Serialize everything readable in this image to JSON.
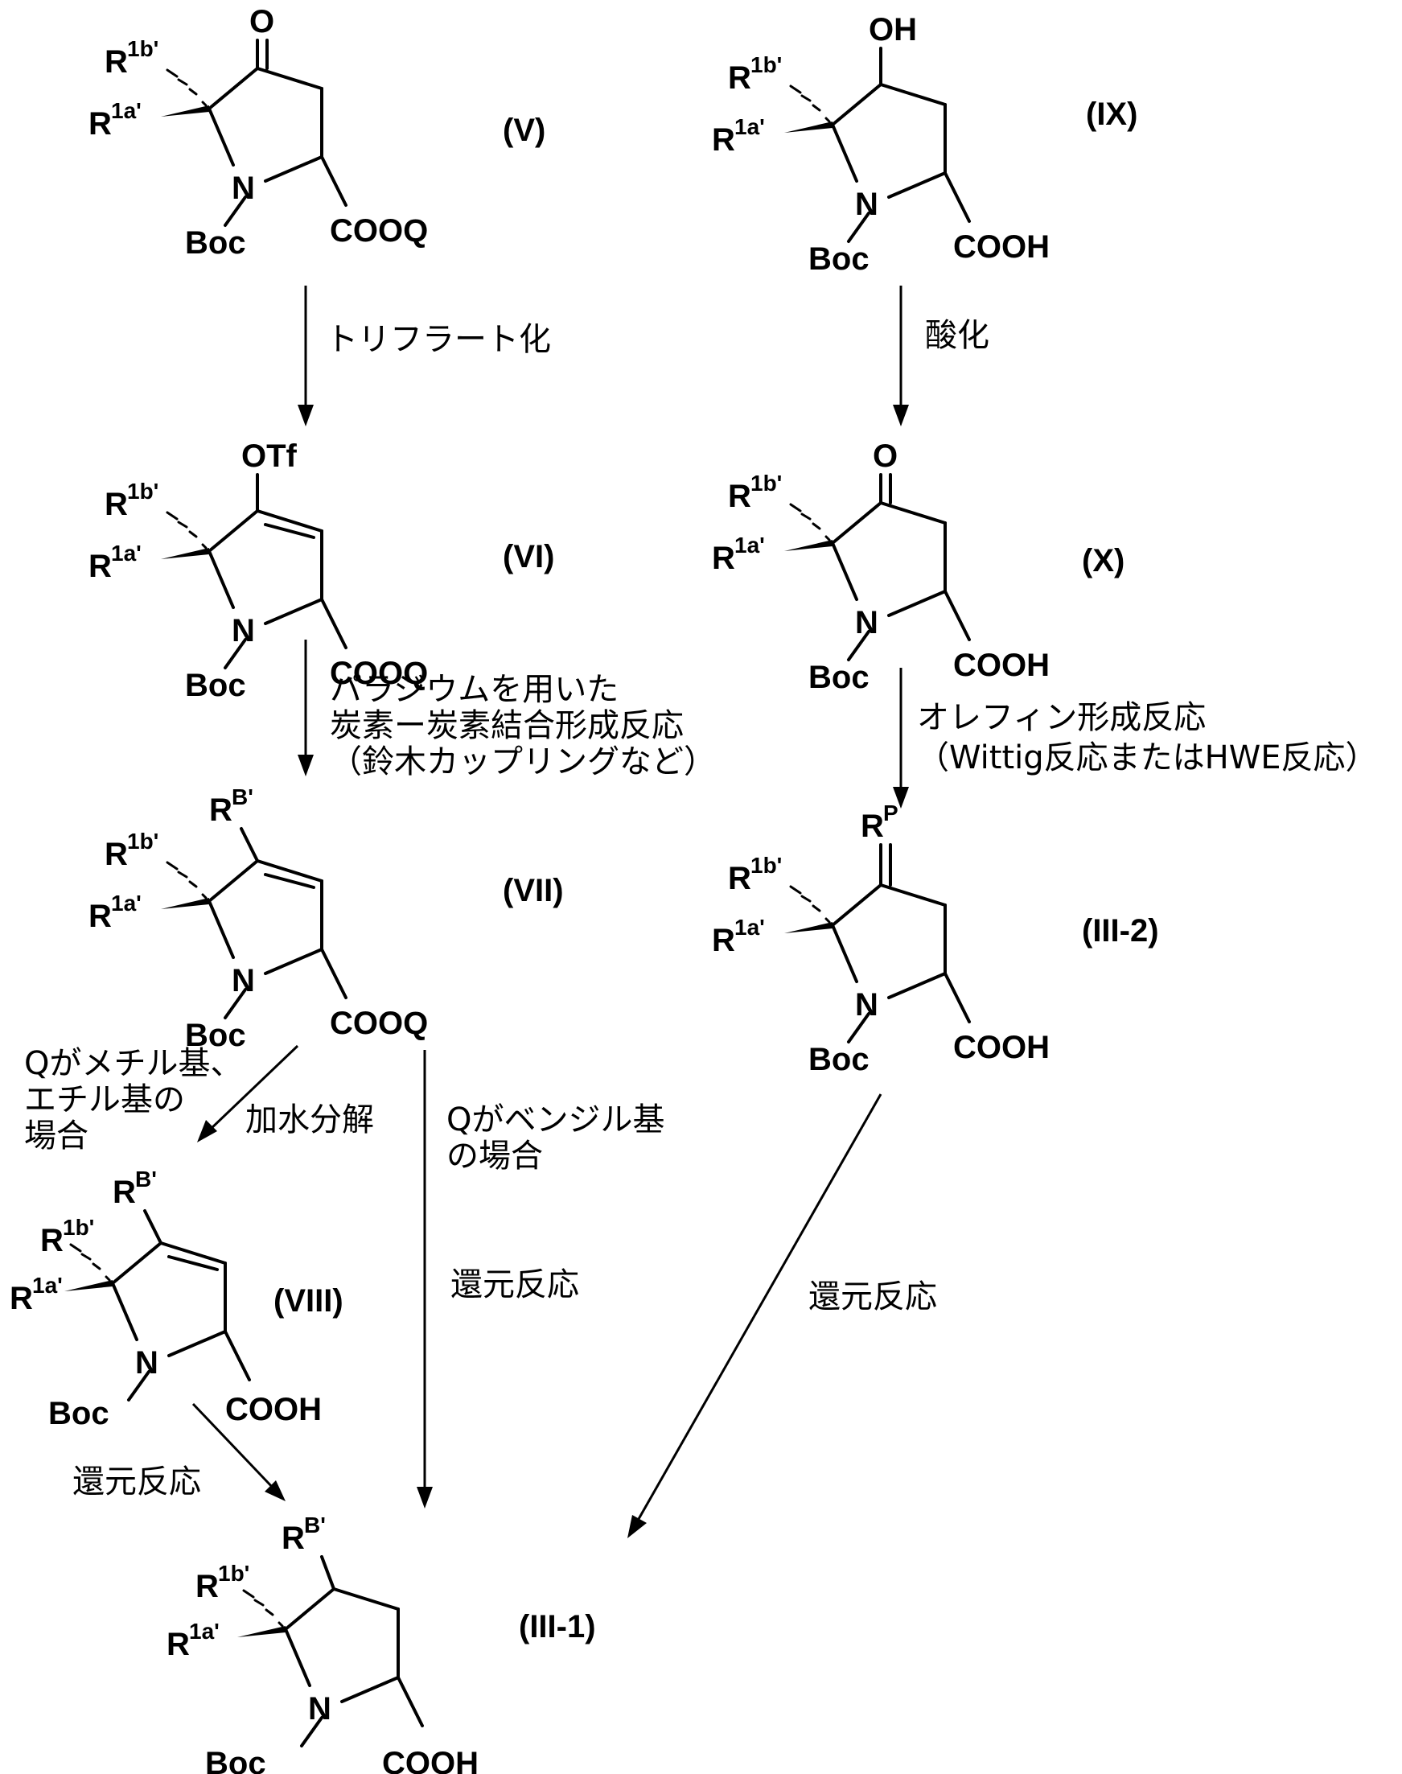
{
  "compounds": {
    "V": {
      "label": "(V)",
      "r1b": "R",
      "r1b_sup": "1b'",
      "r1a": "R",
      "r1a_sup": "1a'",
      "n": "N",
      "boc": "Boc",
      "top": "O",
      "acid": "COOQ"
    },
    "IX": {
      "label": "(IX)",
      "r1b": "R",
      "r1b_sup": "1b'",
      "r1a": "R",
      "r1a_sup": "1a'",
      "n": "N",
      "boc": "Boc",
      "top": "OH",
      "acid": "COOH"
    },
    "VI": {
      "label": "(VI)",
      "r1b": "R",
      "r1b_sup": "1b'",
      "r1a": "R",
      "r1a_sup": "1a'",
      "n": "N",
      "boc": "Boc",
      "top": "OTf",
      "acid": "COOQ"
    },
    "X": {
      "label": "(X)",
      "r1b": "R",
      "r1b_sup": "1b'",
      "r1a": "R",
      "r1a_sup": "1a'",
      "n": "N",
      "boc": "Boc",
      "top": "O",
      "acid": "COOH"
    },
    "VII": {
      "label": "(VII)",
      "r1b": "R",
      "r1b_sup": "1b'",
      "r1a": "R",
      "r1a_sup": "1a'",
      "n": "N",
      "boc": "Boc",
      "top": "R",
      "top_sup": "B'",
      "acid": "COOQ"
    },
    "III2": {
      "label": "(III-2)",
      "r1b": "R",
      "r1b_sup": "1b'",
      "r1a": "R",
      "r1a_sup": "1a'",
      "n": "N",
      "boc": "Boc",
      "top": "R",
      "top_sup": "P",
      "acid": "COOH"
    },
    "VIII": {
      "label": "(VIII)",
      "r1b": "R",
      "r1b_sup": "1b'",
      "r1a": "R",
      "r1a_sup": "1a'",
      "n": "N",
      "boc": "Boc",
      "top": "R",
      "top_sup": "B'",
      "acid": "COOH"
    },
    "III1": {
      "label": "(III-1)",
      "r1b": "R",
      "r1b_sup": "1b'",
      "r1a": "R",
      "r1a_sup": "1a'",
      "n": "N",
      "boc": "Boc",
      "top": "R",
      "top_sup": "B'",
      "acid": "COOH"
    }
  },
  "steps": {
    "triflation": "トリフラート化",
    "oxidation": "酸化",
    "coupling": [
      "パラジウムを用いた",
      "炭素ー炭素結合形成反応",
      "（鈴木カップリングなど）"
    ],
    "olefination": [
      "オレフィン形成反応",
      "（Wittig反応またはHWE反応）"
    ],
    "hydrolysis_condition": [
      "Qがメチル基、",
      "エチル基の",
      "場合"
    ],
    "hydrolysis": "加水分解",
    "benzyl_condition": [
      "Qがベンジル基",
      "の場合"
    ],
    "reduction_center": "還元反応",
    "reduction_right": "還元反応",
    "reduction_left": "還元反応"
  }
}
